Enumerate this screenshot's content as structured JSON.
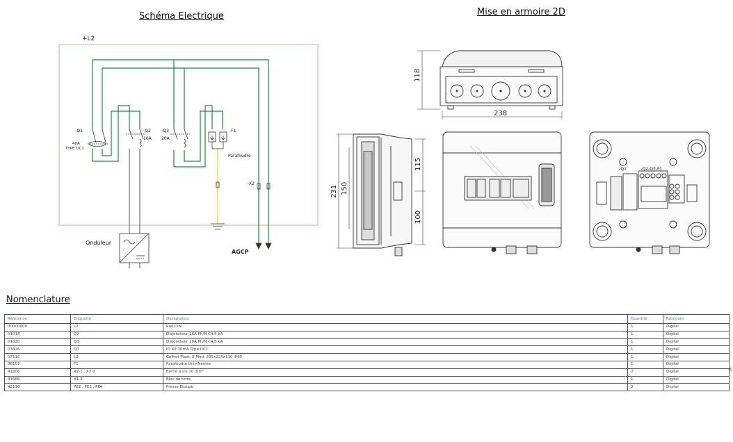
{
  "schema": {
    "title": "Schéma Electrique",
    "supply_label": "+L2",
    "q1": {
      "ref": "-Q1",
      "rating": "40A",
      "type": "TYPE DC1"
    },
    "q2": {
      "ref": "-Q2",
      "rating": "16A"
    },
    "q3": {
      "ref": "-Q3",
      "rating": "20A"
    },
    "f1": {
      "ref": "-F1",
      "name": "Parafoudre"
    },
    "inverter_label": "Onduleur",
    "x2_label": "-X2",
    "agcp_label": "AGCP"
  },
  "cabinet": {
    "title": "Mise en armoire 2D",
    "dim_width": "238",
    "dim_top_height": "118",
    "dim_total_height": "231",
    "dim_side_150": "150",
    "dim_upper": "115",
    "dim_lower": "100",
    "panel_labels": {
      "q1": "-Q1",
      "q2q3f1": "-Q2-Q3-F1"
    }
  },
  "nomenclature": {
    "title": "Nomenclature",
    "headers": [
      "Référence",
      "Etiquette",
      "Désignation",
      "Quantité",
      "Fabricant"
    ],
    "rows": [
      [
        "00000000",
        "L2",
        "Rail DIN",
        "1",
        "Digital"
      ],
      [
        "01016",
        "Q2",
        "Disjoncteur 16A Ph/N C4,5 kA",
        "1",
        "Digital"
      ],
      [
        "01020",
        "Q3",
        "Disjoncteur 20A Ph/N C4,5 kA",
        "1",
        "Digital"
      ],
      [
        "03426",
        "Q1",
        "ID 40 30mA Type DC1",
        "1",
        "Digital"
      ],
      [
        "07116",
        "L2",
        "Coffret Plast. 8 Mod. 205x225x110 IP65",
        "1",
        "Digital"
      ],
      [
        "08102",
        "F1",
        "Parafoudre Uni+Neutre",
        "1",
        "Digital"
      ],
      [
        "41206",
        "X2-1 , X2-2",
        "Borne à vis 10 mm²",
        "2",
        "Digital"
      ],
      [
        "41566",
        "X1-1",
        "Bloc de terre",
        "1",
        "Digital"
      ],
      [
        "42110",
        "PE2 , PE3 , PE4",
        "Presse Etoupe",
        "2",
        "Digital"
      ]
    ]
  },
  "edge_mark": "<"
}
